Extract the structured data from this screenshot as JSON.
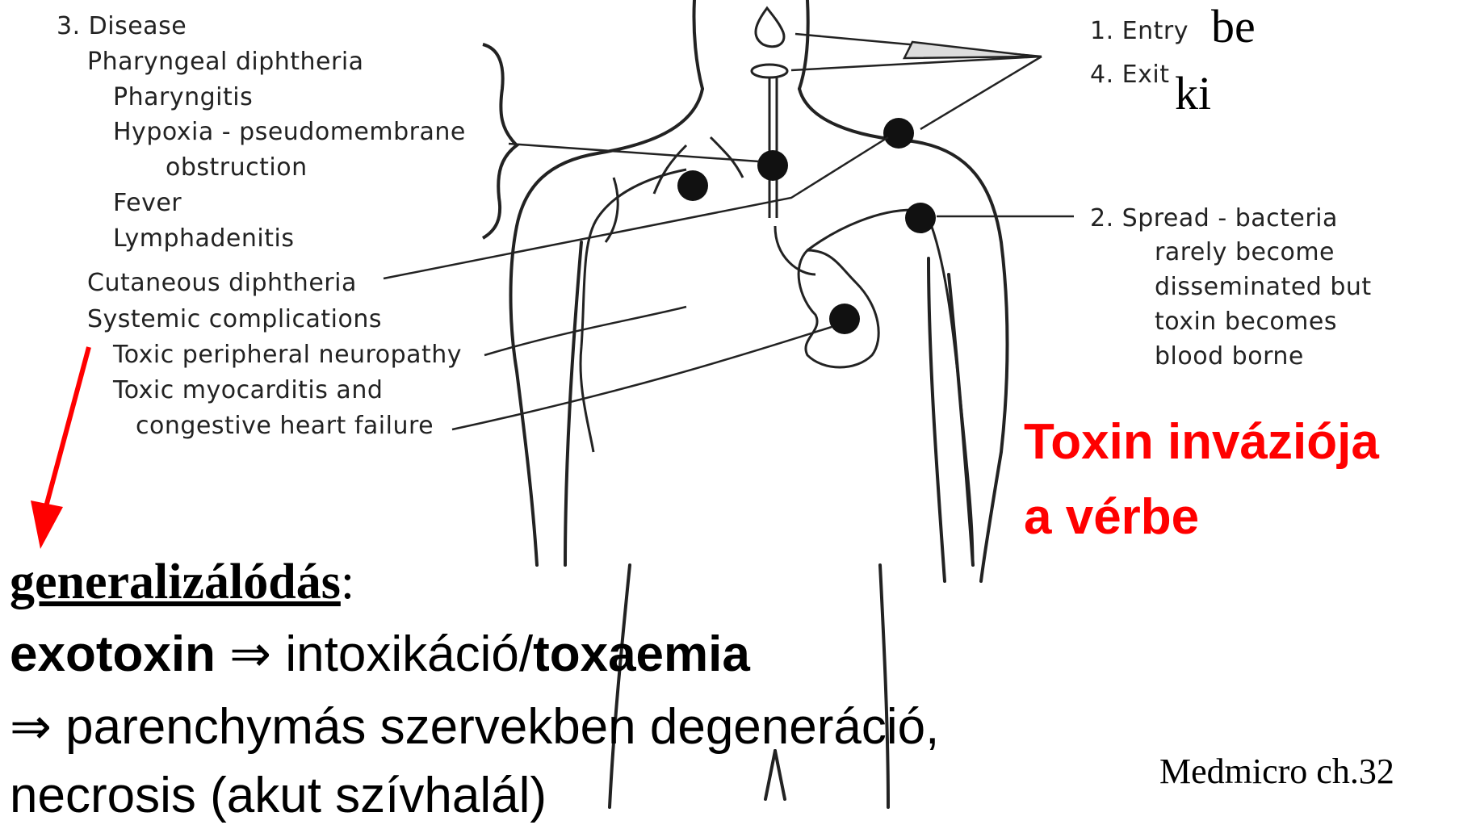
{
  "diagram": {
    "labels": {
      "disease": "3. Disease",
      "pharyngeal": "Pharyngeal diphtheria",
      "pharyngitis": "Pharyngitis",
      "hypoxia": "Hypoxia - pseudomembrane",
      "obstruction": "obstruction",
      "fever": "Fever",
      "lymphadenitis": "Lymphadenitis",
      "cutaneous": "Cutaneous diphtheria",
      "systemic": "Systemic complications",
      "neuropathy": "Toxic peripheral neuropathy",
      "myocarditis": "Toxic myocarditis and",
      "heart_failure": "congestive heart failure",
      "entry": "1. Entry",
      "exit": "4. Exit",
      "spread_1": "2. Spread - bacteria",
      "spread_2": "rarely become",
      "spread_3": "disseminated but",
      "spread_4": "toxin becomes",
      "spread_5": "blood borne"
    },
    "annotations": {
      "be": "be",
      "ki": "ki"
    }
  },
  "red_title": {
    "line1": "Toxin inváziója",
    "line2": "a vérbe"
  },
  "text": {
    "generalization": "generalizálódás",
    "colon": ":",
    "exotoxin": "exotoxin",
    "arrow_symbol": "⇒",
    "intoxication": " intoxikáció/",
    "toxaemia": "toxaemia",
    "parenchyma": " parenchymás szervekben degeneráció,",
    "necrosis": "necrosis (akut szívhalál)"
  },
  "source": "Medmicro ch.32",
  "colors": {
    "red": "#ff0000",
    "dot": "#111111",
    "line": "#222222"
  }
}
